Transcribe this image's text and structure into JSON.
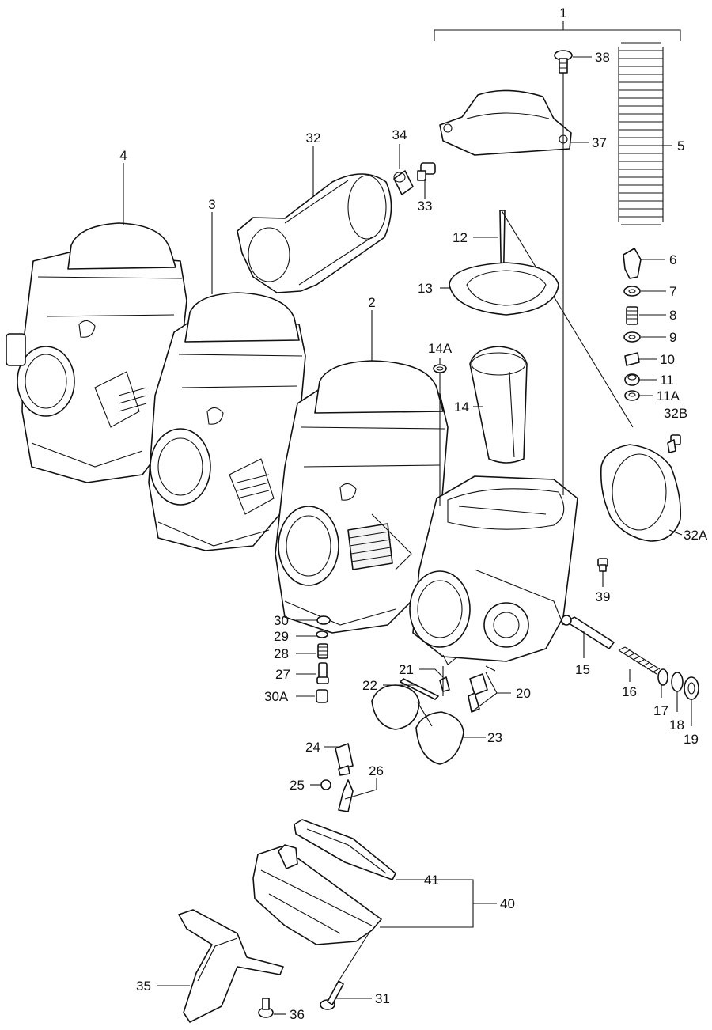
{
  "labels": {
    "p1": "1",
    "p2": "2",
    "p3": "3",
    "p4": "4",
    "p5": "5",
    "p6": "6",
    "p7": "7",
    "p8": "8",
    "p9": "9",
    "p10": "10",
    "p11": "11",
    "p11a": "11A",
    "p12": "12",
    "p13": "13",
    "p14": "14",
    "p14a": "14A",
    "p15": "15",
    "p16": "16",
    "p17": "17",
    "p18": "18",
    "p19": "19",
    "p20": "20",
    "p21": "21",
    "p22": "22",
    "p23": "23",
    "p24": "24",
    "p25": "25",
    "p26": "26",
    "p27": "27",
    "p28": "28",
    "p29": "29",
    "p30": "30",
    "p30a": "30A",
    "p31": "31",
    "p32": "32",
    "p32a": "32A",
    "p32b": "32B",
    "p33": "33",
    "p34": "34",
    "p35": "35",
    "p36": "36",
    "p37": "37",
    "p38": "38",
    "p39": "39",
    "p40": "40",
    "p41": "41"
  }
}
